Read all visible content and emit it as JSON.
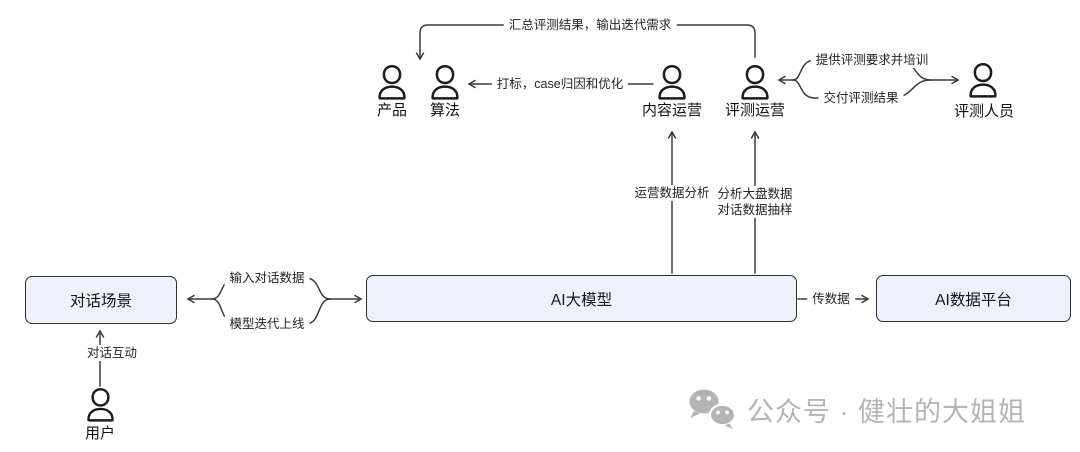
{
  "diagram": {
    "title_hint": "AI model evaluation operations flowchart",
    "colors": {
      "background": "#ffffff",
      "line": "#3a3a3a",
      "node_fill": "#eef1f9",
      "node_border": "#2b3036",
      "watermark": "#b4b4b4"
    },
    "actors": [
      {
        "id": "product",
        "label": "产品"
      },
      {
        "id": "algorithm",
        "label": "算法"
      },
      {
        "id": "content-ops",
        "label": "内容运营"
      },
      {
        "id": "eval-ops",
        "label": "评测运营"
      },
      {
        "id": "eval-staff",
        "label": "评测人员"
      },
      {
        "id": "end-user",
        "label": "用户"
      }
    ],
    "nodes": [
      {
        "id": "dialog-scene",
        "label": "对话场景"
      },
      {
        "id": "ai-model",
        "label": "AI大模型"
      },
      {
        "id": "ai-data-platform",
        "label": "AI数据平台"
      }
    ],
    "edges": {
      "summary_iteration": "汇总评测结果，输出迭代需求",
      "labeling_case": "打标，case归因和优化",
      "provide_training": "提供评测要求并培训",
      "deliver_results": "交付评测结果",
      "ops_data_analysis": "运营数据分析",
      "analyze_line1": "分析大盘数据",
      "analyze_line2": "对话数据抽样",
      "input_dialog_data": "输入对话数据",
      "model_iteration": "模型迭代上线",
      "transfer_data": "传数据",
      "dialog_interaction": "对话互动"
    }
  },
  "watermark": {
    "icon": "wechat-icon",
    "text": "公众号 · 健壮的大姐姐"
  }
}
